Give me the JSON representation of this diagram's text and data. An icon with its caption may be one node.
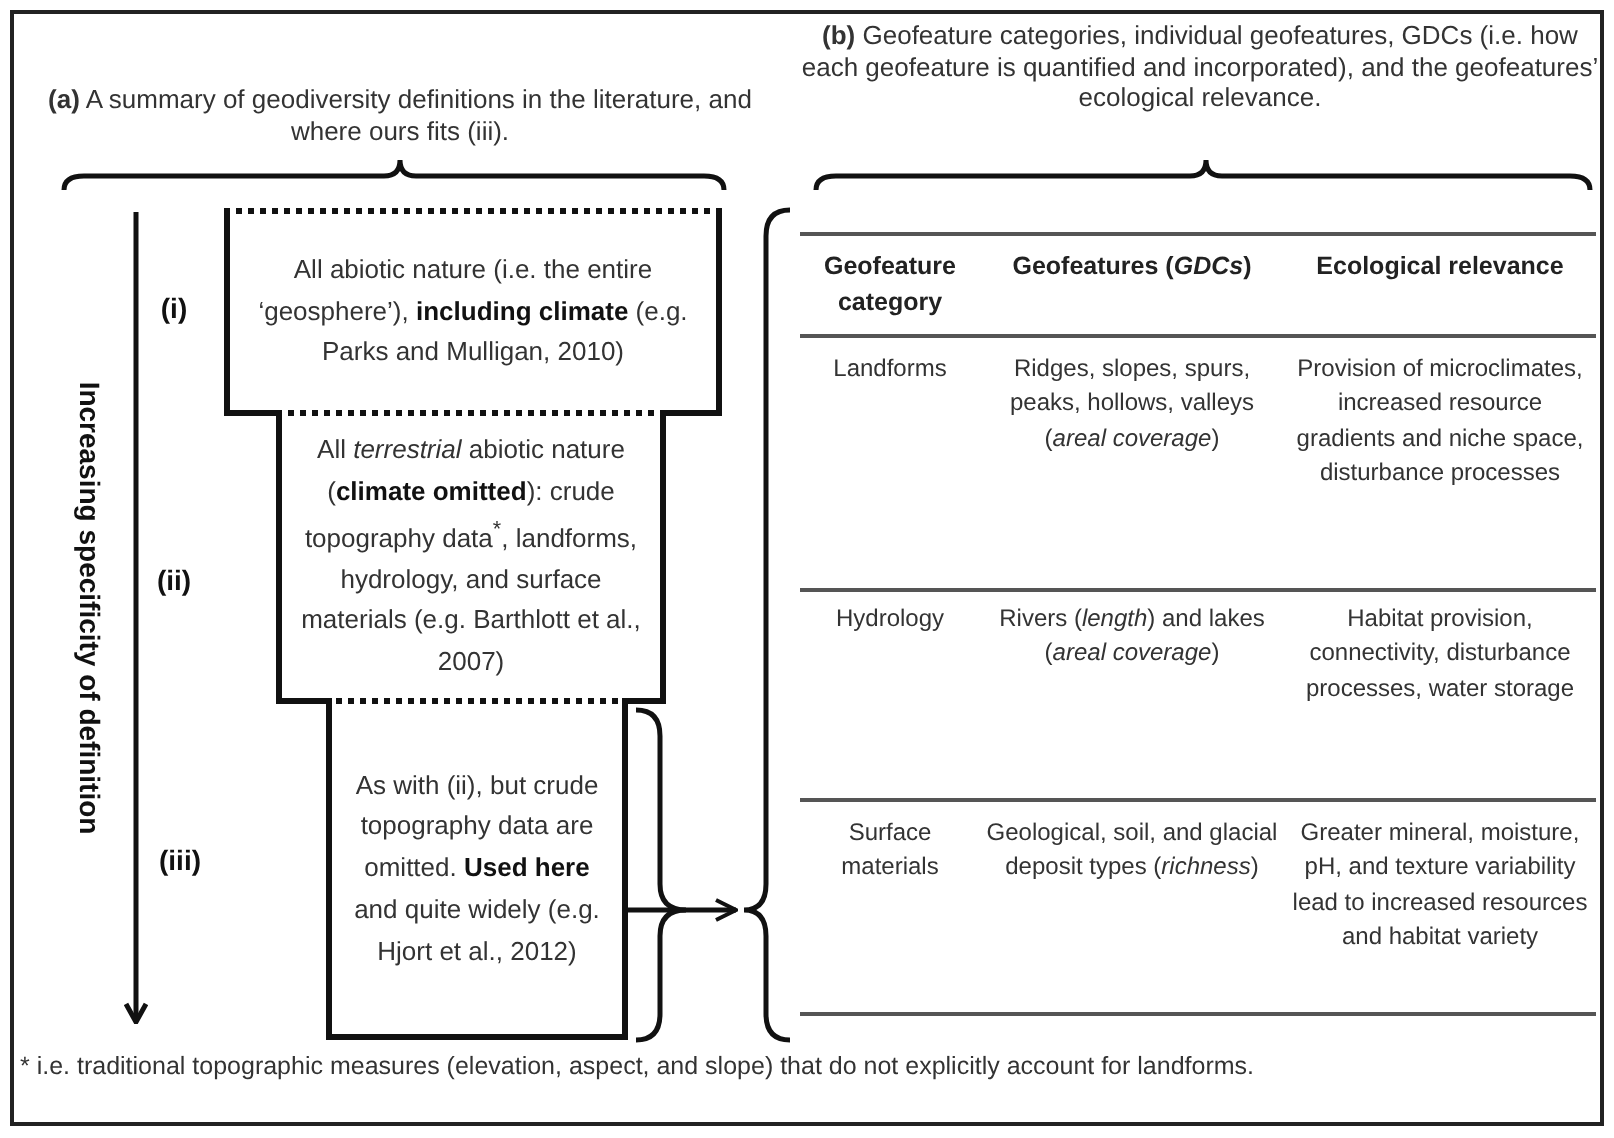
{
  "diagram": {
    "nodes": [
      {
        "text": [
          "All abiotic nature (i.e. the entire ‘geosphere’), **including climate** (e.g. Parks and Mulligan, 2010)"
        ]
      },
      {
        "text": [
          "All *terrestrial* abiotic nature (**climate omitted**): crude topography data$^{*}$, landforms, hydrology, and surface materials (e.g. Barthlott et al., 2007)"
        ]
      },
      {
        "text": [
          "As with (ii), but crude topography data are omitted. **Used here** and quite widely (e.g. Hjort et al., 2012)"
        ]
      },
      {
        "text": [],
        "shape": "box"
      }
    ],
    "edges": [
      {
        "from": 2,
        "to": 3,
        "arrow": "to"
      }
    ],
    "labels": [
      "**(a)** A summary of geodiversity definitions in the literature, and where ours fits (iii).",
      "**(b)** Geofeature categories, individual geofeatures, GDCs (i.e. how each geofeature is quantified and incorporated), and the geofeatures’ ecological relevance.",
      "Increasing specificity of definition",
      "(i)",
      "(ii)",
      "(iii)",
      "Geofeature category",
      "Geofeatures (*GDCs*)",
      "Ecological relevance",
      "Landforms",
      "Ridges, slopes, spurs, peaks, hollows, valleys (*areal coverage*)",
      "Provision of microclimates, increased resource gradients and niche space, disturbance processes",
      "Hydrology",
      "Rivers (*length*) and lakes (*areal coverage*)",
      "Habitat provision, connectivity, disturbance processes, water storage",
      "Surface materials",
      "Geological, soil, and glacial deposit types (*richness*)",
      "Greater mineral, moisture, pH, and texture variability lead to increased resources and habitat variety",
      "* i.e. traditional topographic measures (elevation, aspect, and slope) that do not explicitly account for landforms."
    ]
  }
}
